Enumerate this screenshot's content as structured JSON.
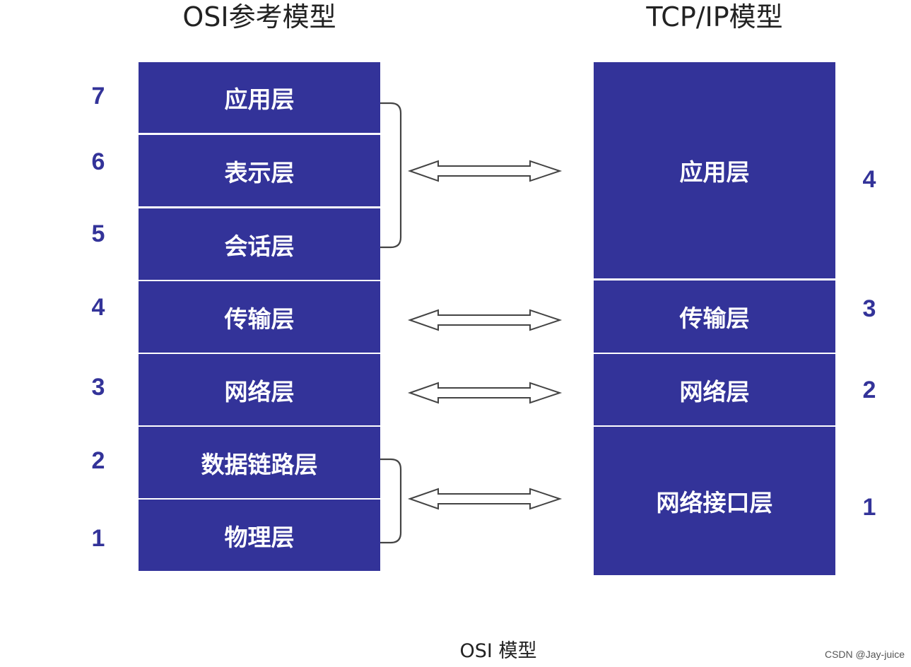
{
  "titles": {
    "osi": "OSI参考模型",
    "tcpip": "TCP/IP模型"
  },
  "osi_layers": [
    {
      "number": "7",
      "name": "应用层"
    },
    {
      "number": "6",
      "name": "表示层"
    },
    {
      "number": "5",
      "name": "会话层"
    },
    {
      "number": "4",
      "name": "传输层"
    },
    {
      "number": "3",
      "name": "网络层"
    },
    {
      "number": "2",
      "name": "数据链路层"
    },
    {
      "number": "1",
      "name": "物理层"
    }
  ],
  "tcpip_layers": [
    {
      "number": "4",
      "name": "应用层"
    },
    {
      "number": "3",
      "name": "传输层"
    },
    {
      "number": "2",
      "name": "网络层"
    },
    {
      "number": "1",
      "name": "网络接口层"
    }
  ],
  "caption": "OSI 模型",
  "watermark": "CSDN @Jay-juice",
  "colors": {
    "layer_fill": "#333399",
    "layer_text": "#ffffff",
    "number_text": "#333399",
    "connector_stroke": "#444444"
  }
}
